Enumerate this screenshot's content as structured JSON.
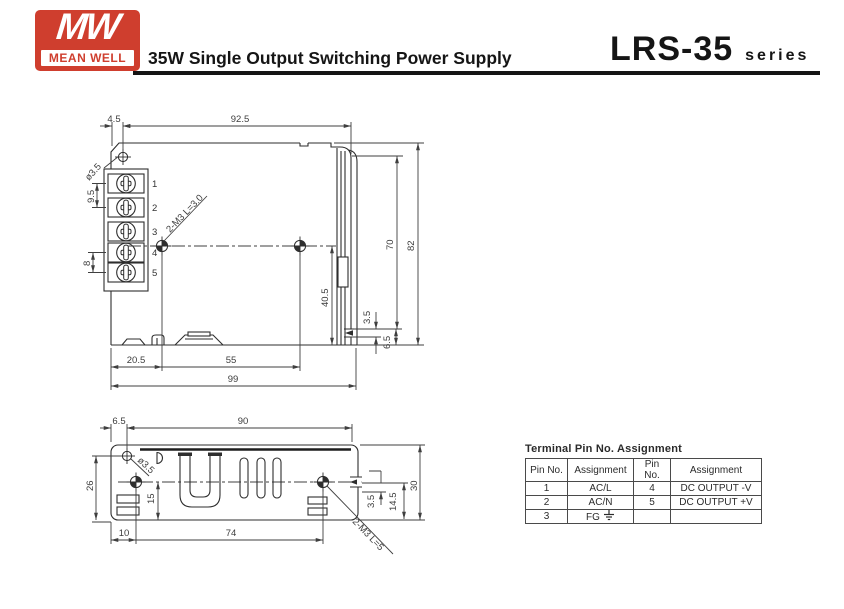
{
  "header": {
    "logo_mw": "MW",
    "logo_brand": "MEAN WELL",
    "title": "35W Single Output Switching Power Supply",
    "model": "LRS-35",
    "series": "series"
  },
  "top_view": {
    "dim_edge_to_hole": "4.5",
    "dim_hole_to_edge": "92.5",
    "hole_dia": "ø3.5",
    "dim_pin_pitch_1": "9.5",
    "dim_pin_pitch_2": "8",
    "screw_note": "2-M3 L=3.0",
    "dim_inner_height": "70",
    "dim_height": "82",
    "dim_hole_to_bottom": "40.5",
    "dim_notch": "3.5",
    "dim_notch_to_edge": "6.5",
    "dim_hole_x": "20.5",
    "dim_hole_span": "55",
    "dim_width": "99",
    "pins": [
      "1",
      "2",
      "3",
      "4",
      "5"
    ]
  },
  "bottom_view": {
    "dim_edge_to_hole": "6.5",
    "dim_width": "90",
    "hole_dia": "ø3.5",
    "dim_height": "26",
    "dim_hole_y": "15",
    "dim_hole_x": "10",
    "dim_hole_span": "74",
    "dim_notch": "3.5",
    "dim_notch_to_edge": "14.5",
    "dim_side_height": "30",
    "screw_note": "2-M3 L=5"
  },
  "table": {
    "title": "Terminal Pin No. Assignment",
    "headers": [
      "Pin No.",
      "Assignment",
      "Pin No.",
      "Assignment"
    ],
    "rows": [
      [
        "1",
        "AC/L",
        "4",
        "DC OUTPUT -V"
      ],
      [
        "2",
        "AC/N",
        "5",
        "DC OUTPUT +V"
      ],
      [
        "3",
        "FG",
        "",
        ""
      ]
    ]
  },
  "icons": {
    "ground": "earth-ground"
  },
  "colors": {
    "brand_red": "#cf3e2e",
    "line": "#2e2e2e",
    "dim_text": "#3d3d3d"
  }
}
